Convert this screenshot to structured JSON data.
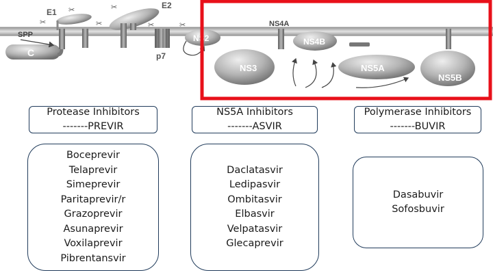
{
  "diagram": {
    "labels": {
      "e1": "E1",
      "e2": "E2",
      "spp": "SPP",
      "c": "C",
      "p7": "p7",
      "ns2": "NS2",
      "ns3": "NS3",
      "ns4a": "NS4A",
      "ns4b": "NS4B",
      "ns5a": "NS5A",
      "ns5b": "NS5B"
    },
    "highlight_color": "#e8101a"
  },
  "categories": [
    {
      "title": "Protease Inhibitors",
      "suffix": "-------PREVIR",
      "drugs": [
        "Boceprevir",
        "Telaprevir",
        "Simeprevir",
        "Paritaprevir/r",
        "Grazoprevir",
        "Asunaprevir",
        "Voxilaprevir",
        "Pibrentansvir"
      ]
    },
    {
      "title": "NS5A Inhibitors",
      "suffix": "-------ASVIR",
      "drugs": [
        "Daclatasvir",
        "Ledipasvir",
        "Ombitasvir",
        "Elbasvir",
        "Velpatasvir",
        "Glecaprevir"
      ]
    },
    {
      "title": "Polymerase Inhibitors",
      "suffix": "-------BUVIR",
      "drugs": [
        "Dasabuvir",
        "Sofosbuvir"
      ]
    }
  ]
}
